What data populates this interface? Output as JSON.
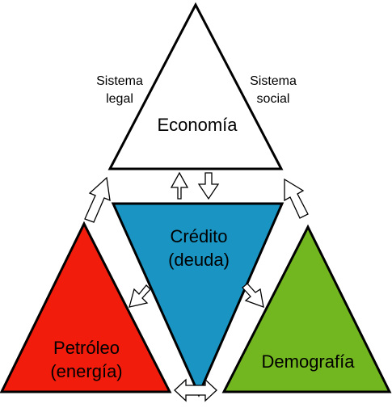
{
  "top_triangle": {
    "label": "Economía",
    "fill": "#ffffff",
    "left_note": [
      "Sistema",
      "legal"
    ],
    "right_note": [
      "Sistema",
      "social"
    ]
  },
  "center_triangle": {
    "label": [
      "Crédito",
      "(deuda)"
    ],
    "fill": "#1a95c3"
  },
  "left_triangle": {
    "label": [
      "Petróleo",
      "(energía)"
    ],
    "fill": "#f21c0c"
  },
  "right_triangle": {
    "label": "Demografía",
    "fill": "#73b720"
  },
  "colors": {
    "stroke": "#000000",
    "arrow_fill": "#ffffff",
    "background": "#ffffff"
  }
}
